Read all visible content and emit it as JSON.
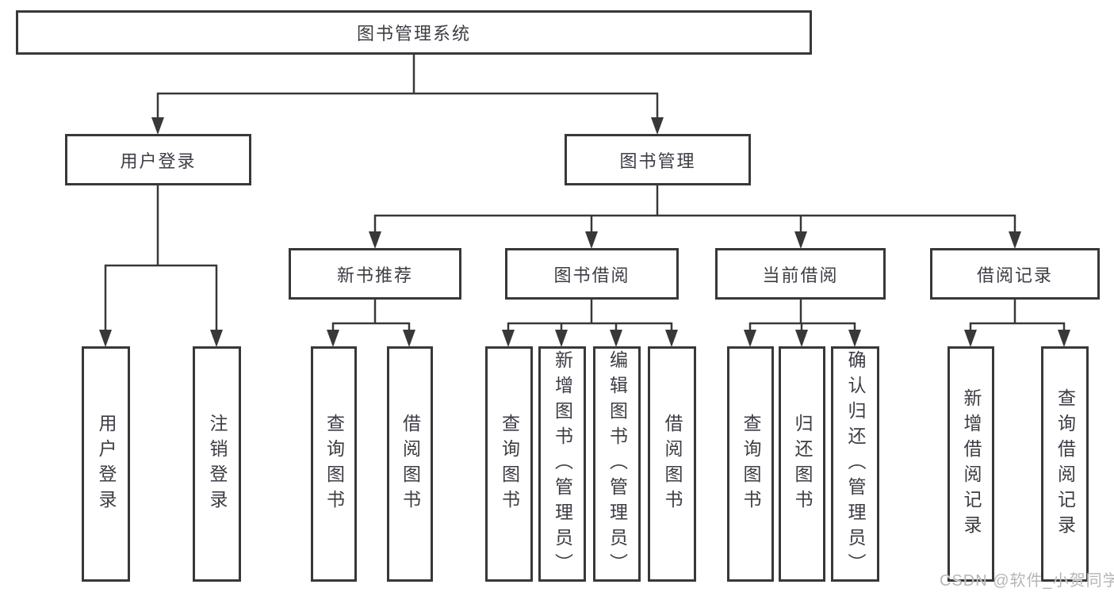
{
  "diagram": {
    "root": {
      "label": "图书管理系统",
      "children": [
        {
          "label": "用户登录",
          "children": [
            {
              "label": "用户登录"
            },
            {
              "label": "注销登录"
            }
          ]
        },
        {
          "label": "图书管理",
          "children": [
            {
              "label": "新书推荐",
              "children": [
                {
                  "label": "查询图书"
                },
                {
                  "label": "借阅图书"
                }
              ]
            },
            {
              "label": "图书借阅",
              "children": [
                {
                  "label": "查询图书"
                },
                {
                  "label": "新增图书（管理员）"
                },
                {
                  "label": "编辑图书（管理员）"
                },
                {
                  "label": "借阅图书"
                }
              ]
            },
            {
              "label": "当前借阅",
              "children": [
                {
                  "label": "查询图书"
                },
                {
                  "label": "归还图书"
                },
                {
                  "label": "确认归还（管理员）"
                }
              ]
            },
            {
              "label": "借阅记录",
              "children": [
                {
                  "label": "新增借阅记录"
                },
                {
                  "label": "查询借阅记录"
                }
              ]
            }
          ]
        }
      ]
    },
    "watermark": "CSDN @软件_小贺同学",
    "colors": {
      "line": "#383838",
      "text": "#3c3c44",
      "watermark": "#b6b6b6",
      "background": "#ffffff"
    }
  }
}
